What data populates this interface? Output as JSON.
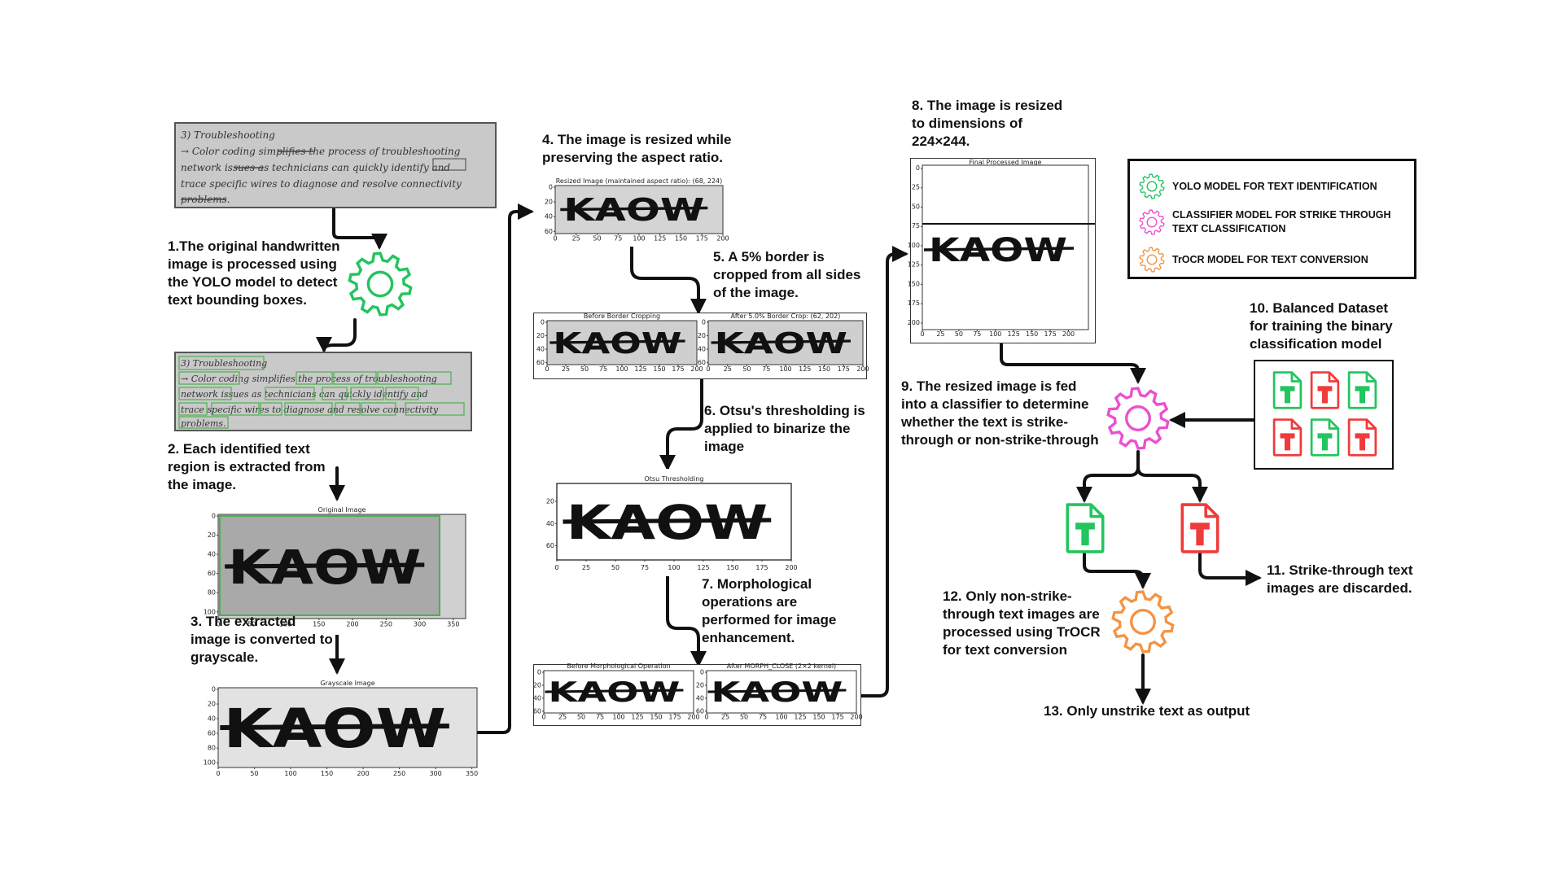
{
  "steps": {
    "s1": "1.The original handwritten image is processed using the YOLO model to detect text bounding boxes.",
    "s2": "2. Each identified text region is extracted from the image.",
    "s3": "3. The extracted image is converted to grayscale.",
    "s4": "4. The image is resized while preserving the aspect ratio.",
    "s5": "5. A 5% border is cropped from all sides of the image.",
    "s6": "6. Otsu's thresholding is applied to binarize the image",
    "s7": "7. Morphological operations are performed for image enhancement.",
    "s8": "8. The image is resized to dimensions of 224×244.",
    "s9": "9. The resized image is fed into a classifier to determine whether the text is strike-through or non-strike-through",
    "s10": "10. Balanced Dataset for training the binary classification model",
    "s11": "11. Strike-through text images are discarded.",
    "s12": "12. Only non-strike-through text images are processed using TrOCR for text conversion",
    "s13": "13. Only unstrike text as output"
  },
  "legend": [
    {
      "label": "YOLO MODEL FOR TEXT IDENTIFICATION",
      "color": "#22c55e",
      "icon": "gear-icon"
    },
    {
      "label": "CLASSIFIER MODEL FOR STRIKE THROUGH TEXT CLASSIFICATION",
      "color": "#ec4fd0",
      "icon": "gear-icon"
    },
    {
      "label": "TrOCR MODEL FOR TEXT CONVERSION",
      "color": "#f59342",
      "icon": "gear-icon"
    }
  ],
  "document": {
    "lines": [
      "3) Troubleshooting",
      "→ Color coding simplifies the process of troubleshooting",
      "network issues as technicians can quickly identify and",
      "trace specific wires to diagnose and resolve connectivity",
      "problems."
    ]
  },
  "word": "KAOW",
  "panels": {
    "original": {
      "title": "Original Image",
      "xticks": [
        "0",
        "50",
        "100",
        "150",
        "200",
        "250",
        "300",
        "350"
      ],
      "yticks": [
        "0",
        "20",
        "40",
        "60",
        "80",
        "100"
      ]
    },
    "grayscale": {
      "title": "Grayscale Image",
      "xticks": [
        "0",
        "50",
        "100",
        "150",
        "200",
        "250",
        "300",
        "350"
      ],
      "yticks": [
        "0",
        "20",
        "40",
        "60",
        "80",
        "100"
      ]
    },
    "resized": {
      "title": "Resized Image (maintained aspect ratio): (68, 224)",
      "xticks": [
        "0",
        "25",
        "50",
        "75",
        "100",
        "125",
        "150",
        "175",
        "200"
      ],
      "yticks": [
        "0",
        "20",
        "40",
        "60"
      ]
    },
    "before_crop": {
      "title": "Before Border Cropping",
      "xticks": [
        "0",
        "25",
        "50",
        "75",
        "100",
        "125",
        "150",
        "175",
        "200"
      ],
      "yticks": [
        "0",
        "20",
        "40",
        "60"
      ]
    },
    "after_crop": {
      "title": "After 5.0% Border Crop: (62, 202)",
      "xticks": [
        "0",
        "25",
        "50",
        "75",
        "100",
        "125",
        "150",
        "175",
        "200"
      ],
      "yticks": [
        "0",
        "20",
        "40",
        "60"
      ]
    },
    "otsu": {
      "title": "Otsu Thresholding",
      "xticks": [
        "0",
        "25",
        "50",
        "75",
        "100",
        "125",
        "150",
        "175",
        "200"
      ],
      "yticks": [
        "20",
        "40",
        "60"
      ]
    },
    "before_morph": {
      "title": "Before Morphological Operation",
      "xticks": [
        "0",
        "25",
        "50",
        "75",
        "100",
        "125",
        "150",
        "175",
        "200"
      ],
      "yticks": [
        "0",
        "20",
        "40",
        "60"
      ]
    },
    "after_morph": {
      "title": "After MORPH_CLOSE (2×2 kernel)",
      "xticks": [
        "0",
        "25",
        "50",
        "75",
        "100",
        "125",
        "150",
        "175",
        "200"
      ],
      "yticks": [
        "0",
        "20",
        "40",
        "60"
      ]
    },
    "final": {
      "title": "Final Processed Image",
      "xticks": [
        "0",
        "25",
        "50",
        "75",
        "100",
        "125",
        "150",
        "175",
        "200"
      ],
      "yticks": [
        "0",
        "25",
        "50",
        "75",
        "100",
        "125",
        "150",
        "175",
        "200"
      ]
    }
  },
  "colors": {
    "green": "#22c55e",
    "red": "#ef3b3b",
    "pink": "#ec4fd0",
    "orange": "#f59342",
    "detect_box": "#4caf50"
  }
}
